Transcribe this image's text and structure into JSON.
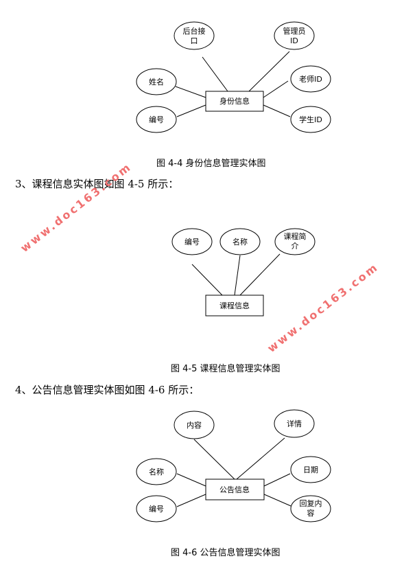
{
  "diagram1": {
    "entity": "身份信息",
    "attrs": {
      "a1": [
        "后台接",
        "口"
      ],
      "a2": [
        "管理员",
        "ID"
      ],
      "a3": [
        "姓名"
      ],
      "a4": [
        "老师ID"
      ],
      "a5": [
        "编号"
      ],
      "a6": [
        "学生ID"
      ]
    },
    "caption": "图 4-4 身份信息管理实体图"
  },
  "section3": "3、课程信息实体图如图 4-5 所示：",
  "diagram2": {
    "entity": "课程信息",
    "attrs": {
      "b1": [
        "编号"
      ],
      "b2": [
        "名称"
      ],
      "b3": [
        "课程简",
        "介"
      ]
    },
    "caption": "图 4-5 课程信息管理实体图"
  },
  "section4": "4、公告信息管理实体图如图 4-6 所示：",
  "diagram3": {
    "entity": "公告信息",
    "attrs": {
      "c1": [
        "内容"
      ],
      "c2": [
        "详情"
      ],
      "c3": [
        "名称"
      ],
      "c4": [
        "日期"
      ],
      "c5": [
        "编号"
      ],
      "c6": [
        "回复内",
        "容"
      ]
    },
    "caption": "图 4-6 公告信息管理实体图"
  },
  "watermark": "www.doc163.com"
}
